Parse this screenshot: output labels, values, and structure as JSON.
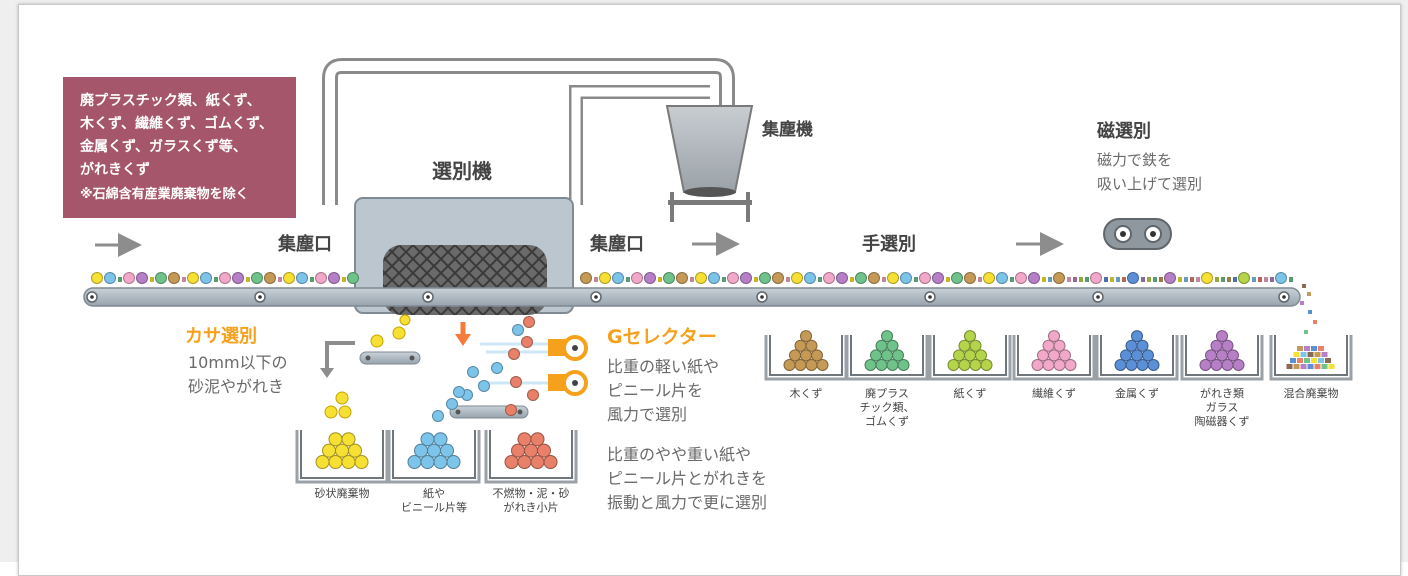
{
  "input_box": {
    "lines": [
      "廃プラスチック類、紙くず、",
      "木くず、繊維くず、ゴムくず、",
      "金属くず、ガラスくず等、",
      "がれきくず"
    ],
    "note": "※石綿含有産業廃棄物を除く"
  },
  "separator_label": "選別機",
  "dust_collector_label": "集塵機",
  "intake_left_label": "集塵口",
  "intake_right_label": "集塵口",
  "hand_sort_label": "手選別",
  "magnetic": {
    "title": "磁選別",
    "lines": [
      "磁力で鉄を",
      "吸い上げて選別"
    ]
  },
  "kasa": {
    "title": "カサ選別",
    "lines": [
      "10mm以下の",
      "砂泥やがれき"
    ]
  },
  "g_selector": {
    "title": "Gセレクター",
    "lines1": [
      "比重の軽い紙や",
      "ピニール片を",
      "風力で選別"
    ],
    "lines2": [
      "比重のやや重い紙や",
      "ピニール片とがれきを",
      "振動と風力で更に選別"
    ]
  },
  "lower_bins": [
    {
      "label_lines": [
        "砂状廃棄物"
      ],
      "color": "#f7e034"
    },
    {
      "label_lines": [
        "紙や",
        "ビニール片等"
      ],
      "color": "#7cc4ea"
    },
    {
      "label_lines": [
        "不燃物・泥・砂",
        "がれき小片"
      ],
      "color": "#e8806a"
    }
  ],
  "hand_bins": [
    {
      "label_lines": [
        "木くず"
      ],
      "color": "#c59a56"
    },
    {
      "label_lines": [
        "廃プラス",
        "チック類、",
        "ゴムくず"
      ],
      "color": "#6fc28a"
    },
    {
      "label_lines": [
        "紙くず"
      ],
      "color": "#b4d44a"
    },
    {
      "label_lines": [
        "繊維くず"
      ],
      "color": "#f2a8c8"
    },
    {
      "label_lines": [
        "金属くず"
      ],
      "color": "#5b8fd6"
    },
    {
      "label_lines": [
        "がれき類",
        "ガラス",
        "陶磁器くず"
      ],
      "color": "#b77fc6"
    },
    {
      "label_lines": [
        "混合廃棄物"
      ],
      "color": "#8a6a52"
    }
  ],
  "colors": {
    "info_box": "#a6566a",
    "conveyor": "#aab4bd",
    "machine": "#b9c4cc",
    "orange": "#f5a11c",
    "duct": "#8a8a8a"
  },
  "icons": [
    "arrow-right-icon",
    "arrow-down-icon",
    "fan-icon",
    "magnet-icon"
  ]
}
